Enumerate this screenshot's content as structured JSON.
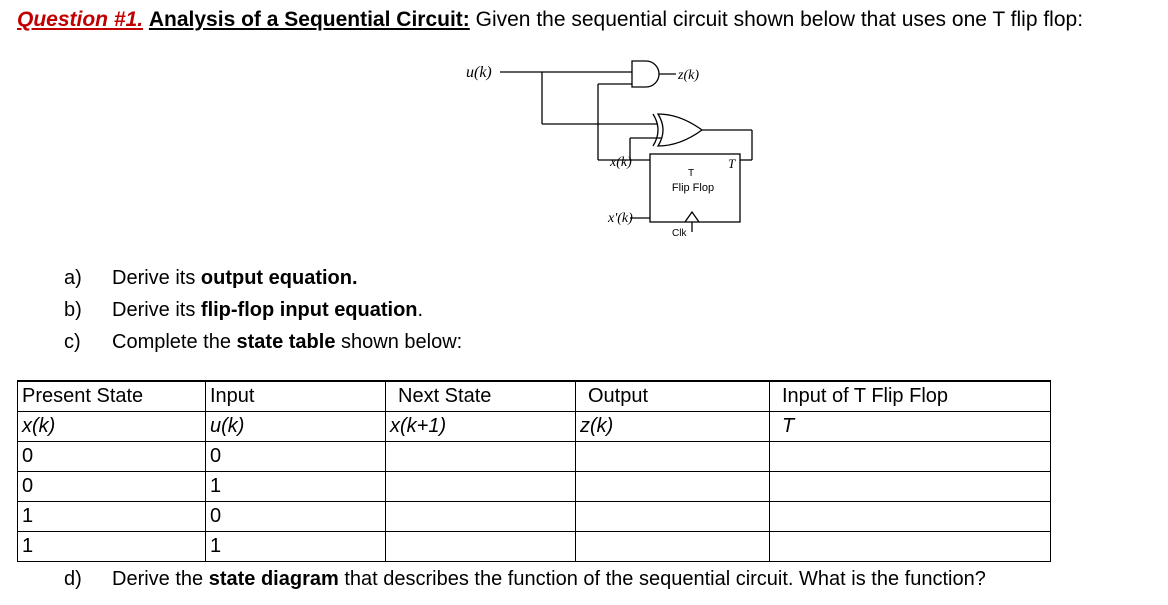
{
  "title": {
    "number": "Question #1.",
    "heading": "Analysis of a Sequential Circuit:",
    "text": "Given the sequential circuit shown below that uses one T flip flop:"
  },
  "circuit": {
    "input_label": "u(k)",
    "output_label": "z(k)",
    "q_label": "x(k)",
    "qbar_label": "x'(k)",
    "t_pin": "T",
    "ff_name": "Flip Flop",
    "clk_label": "Clk",
    "feedback_label": "T"
  },
  "tasks": {
    "a": {
      "letter": "a)",
      "pre": "Derive its ",
      "bold": "output equation.",
      "post": ""
    },
    "b": {
      "letter": "b)",
      "pre": "Derive its ",
      "bold": "flip-flop input equation",
      "post": "."
    },
    "c": {
      "letter": "c)",
      "pre": "Complete the ",
      "bold": "state table",
      "post": " shown below:"
    },
    "d": {
      "letter": "d)",
      "pre": "Derive the ",
      "bold": "state diagram",
      "post": " that describes the function of the sequential circuit. What is the function?"
    }
  },
  "table": {
    "headers": [
      "Present State",
      "Input",
      "Next State",
      "Output",
      "Input of T Flip Flop"
    ],
    "subheaders": [
      "x(k)",
      "u(k)",
      "x(k+1)",
      "z(k)",
      "T"
    ],
    "rows": [
      [
        "0",
        "0",
        "",
        "",
        ""
      ],
      [
        "0",
        "1",
        "",
        "",
        ""
      ],
      [
        "1",
        "0",
        "",
        "",
        ""
      ],
      [
        "1",
        "1",
        "",
        "",
        ""
      ]
    ]
  }
}
